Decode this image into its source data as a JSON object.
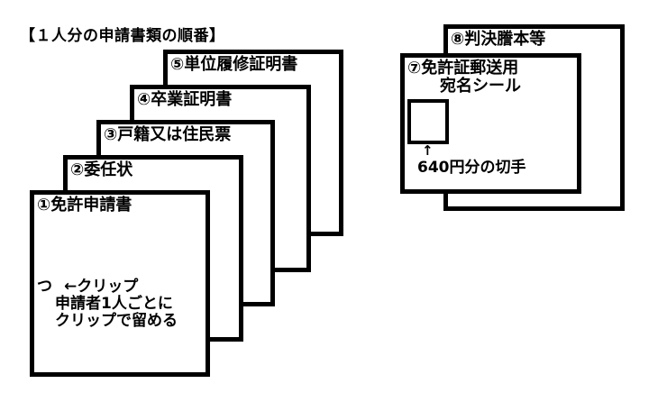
{
  "title": "【１人分の申請書類の順番】",
  "left_stack": {
    "documents": [
      {
        "label": "①免許申請書"
      },
      {
        "label": "②委任状"
      },
      {
        "label": "③戸籍又は住民票"
      },
      {
        "label": "④卒業証明書"
      },
      {
        "label": "⑤単位履修証明書"
      }
    ],
    "clip_note": {
      "clip_symbol": "つ",
      "pointer_label": "←クリップ",
      "line2": "申請者1人ごとに",
      "line3": "クリップで留める"
    }
  },
  "right_stack": {
    "back_document": {
      "label": "⑧判決謄本等"
    },
    "front_document": {
      "label_line1": "⑦免許証郵送用",
      "label_line2": "宛名シール"
    },
    "stamp": {
      "arrow": "↑",
      "caption": "640円分の切手"
    }
  },
  "colors": {
    "line": "#000000",
    "background": "#ffffff",
    "text": "#000000"
  }
}
